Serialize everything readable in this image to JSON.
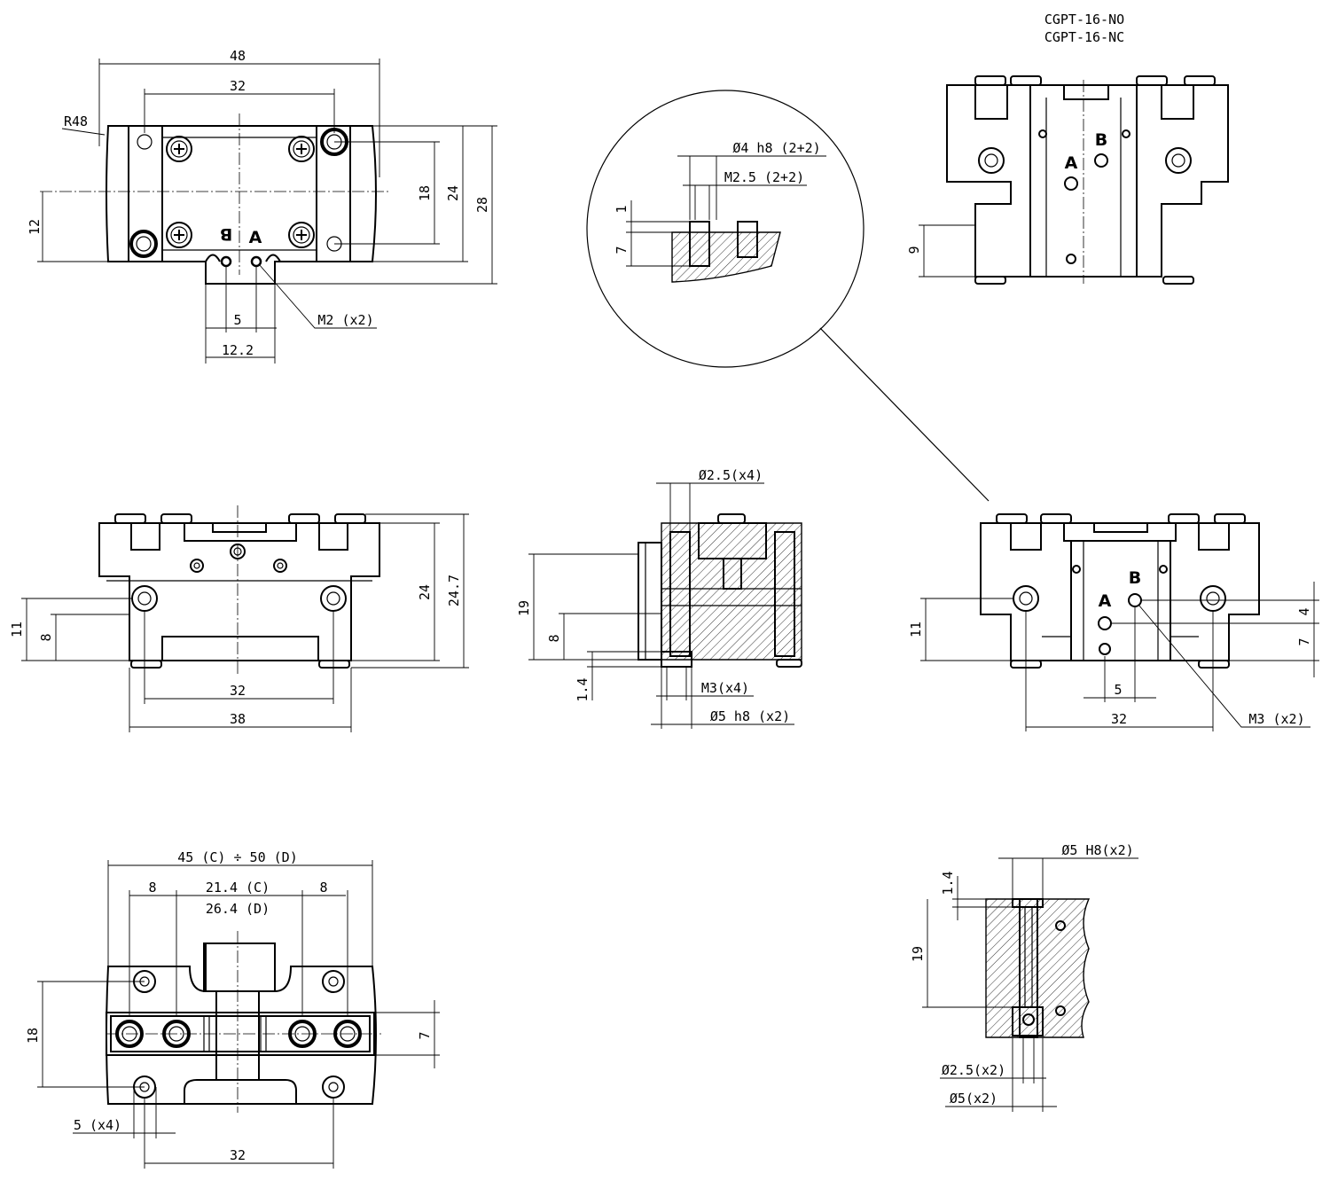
{
  "models": [
    "CGPT-16-NO",
    "CGPT-16-NC"
  ],
  "top_view": {
    "overall_width": "48",
    "hole_spacing": "32",
    "radius": "R48",
    "height_12": "12",
    "height_18": "18",
    "height_24": "24",
    "height_28": "28",
    "port_spacing": "5",
    "tab_width": "12.2",
    "port_thread": "M2 (x2)",
    "port_a": "A",
    "port_b": "B"
  },
  "detail_view": {
    "dowel": "Ø4 h8 (2+2)",
    "screw": "M2.5 (2+2)",
    "dim_1": "1",
    "dim_7": "7"
  },
  "right_top_view": {
    "height_9": "9",
    "port_a": "A",
    "port_b": "B"
  },
  "front_view": {
    "height_11": "11",
    "height_8": "8",
    "height_24": "24",
    "height_24_7": "24.7",
    "hole_spacing": "32",
    "foot_width": "38"
  },
  "side_section": {
    "dowel_hole": "Ø2.5(x4)",
    "height_19": "19",
    "height_8": "8",
    "height_1_4": "1.4",
    "thread": "M3(x4)",
    "dowel": "Ø5 h8 (x2)"
  },
  "right_front_view": {
    "height_11": "11",
    "height_4": "4",
    "height_7": "7",
    "port_spacing": "5",
    "hole_spacing": "32",
    "port_thread": "M3 (x2)",
    "port_a": "A",
    "port_b": "B"
  },
  "bottom_view": {
    "stroke": "45 (C) ÷ 50 (D)",
    "edge_8_left": "8",
    "jaw_c": "21.4 (C)",
    "jaw_d": "26.4 (D)",
    "edge_8_right": "8",
    "height_18": "18",
    "height_7": "7",
    "hole_dia": "5 (x4)",
    "hole_spacing": "32"
  },
  "jaw_section": {
    "bore": "Ø5 H8(x2)",
    "height_1_4": "1.4",
    "height_19": "19",
    "small_hole": "Ø2.5(x2)",
    "large_hole": "Ø5(x2)"
  }
}
